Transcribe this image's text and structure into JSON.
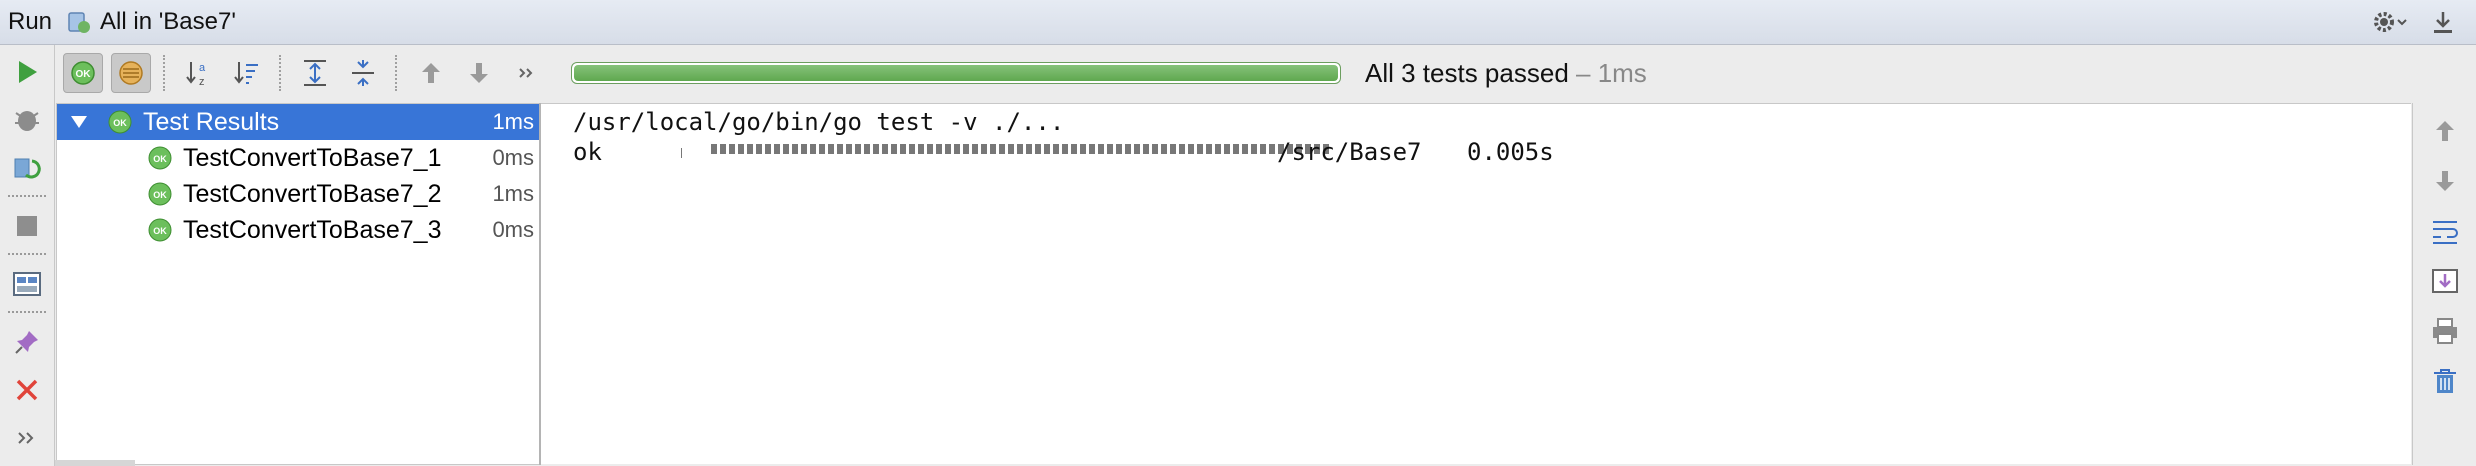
{
  "window": {
    "run_label": "Run",
    "config_name": "All in 'Base7'"
  },
  "toolbar": {
    "progress_fraction": 1.0,
    "status_text": "All 3 tests passed",
    "status_duration": " – 1ms",
    "ok_badge": "OK"
  },
  "tree": {
    "root": {
      "label": "Test Results",
      "time": "1ms",
      "badge": "OK"
    },
    "items": [
      {
        "label": "TestConvertToBase7_1",
        "time": "0ms",
        "badge": "OK"
      },
      {
        "label": "TestConvertToBase7_2",
        "time": "1ms",
        "badge": "OK"
      },
      {
        "label": "TestConvertToBase7_3",
        "time": "0ms",
        "badge": "OK"
      }
    ]
  },
  "console": {
    "command": "/usr/local/go/bin/go test -v ./...",
    "result_prefix": "ok",
    "result_path": "/src/Base7",
    "result_time": "0.005s"
  },
  "colors": {
    "selection": "#3875d7",
    "pass_green": "#5fa84f",
    "stop_red": "#e0443a"
  },
  "icons": {
    "left": [
      "run-icon",
      "debug-icon",
      "rerun-failed-icon",
      "stop-icon",
      "layout-icon",
      "pin-icon",
      "close-icon",
      "more-icon"
    ],
    "top": [
      "show-passed-icon",
      "show-ignored-icon",
      "sort-alpha-icon",
      "sort-duration-icon",
      "expand-all-icon",
      "collapse-all-icon",
      "prev-failed-icon",
      "next-failed-icon",
      "more-icon"
    ],
    "right": [
      "scroll-up-icon",
      "scroll-down-icon",
      "soft-wrap-icon",
      "scroll-to-end-icon",
      "print-icon",
      "clear-icon"
    ]
  }
}
